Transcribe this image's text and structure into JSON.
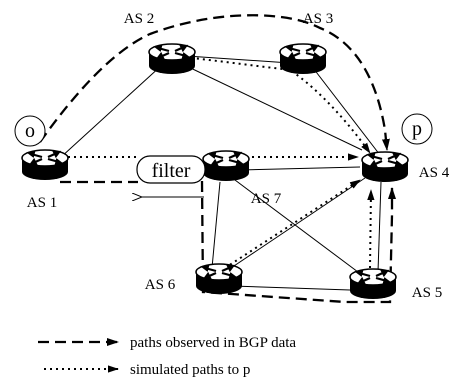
{
  "nodes": {
    "as1": "AS 1",
    "as2": "AS 2",
    "as3": "AS 3",
    "as4": "AS 4",
    "as5": "AS 5",
    "as6": "AS 6",
    "as7": "AS 7"
  },
  "markers": {
    "origin": "o",
    "prefix": "p",
    "filter": "filter"
  },
  "legend": {
    "observed": "paths observed in BGP data",
    "simulated": "simulated paths to p"
  }
}
